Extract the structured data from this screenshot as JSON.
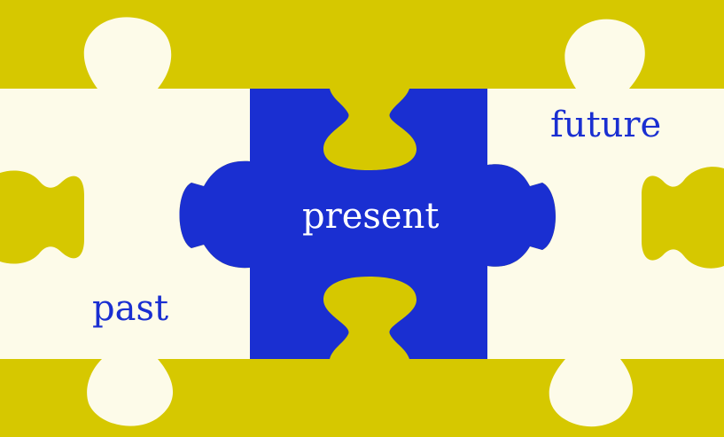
{
  "labels": {
    "past": "past",
    "present": "present",
    "future": "future"
  },
  "colors": {
    "background": "#d6c800",
    "cream_piece": "#fdfbe9",
    "blue_piece": "#1a2fd1",
    "label_on_cream": "#1a2fd1",
    "label_on_blue": "#ffffff"
  },
  "pieces": [
    {
      "name": "past-piece",
      "color": "cream"
    },
    {
      "name": "present-piece",
      "color": "blue"
    },
    {
      "name": "future-piece",
      "color": "cream"
    }
  ]
}
